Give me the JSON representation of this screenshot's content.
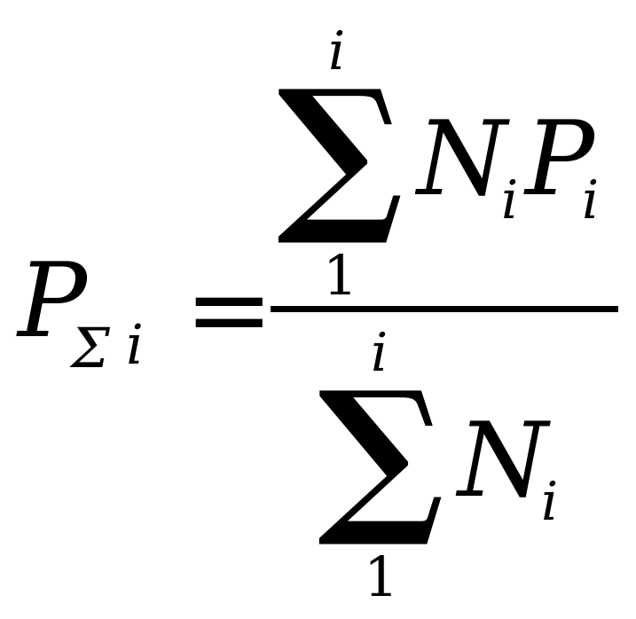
{
  "formula": {
    "lhs": {
      "symbol": "P",
      "subscript_sigma": "Σ",
      "subscript_index": "i"
    },
    "equals": "=",
    "numerator": {
      "sum_symbol": "∑",
      "upper_limit": "i",
      "lower_limit": "1",
      "term1_symbol": "N",
      "term1_subscript": "i",
      "term2_symbol": "P",
      "term2_subscript": "i"
    },
    "denominator": {
      "sum_symbol": "∑",
      "upper_limit": "i",
      "lower_limit": "1",
      "term_symbol": "N",
      "term_subscript": "i"
    }
  }
}
